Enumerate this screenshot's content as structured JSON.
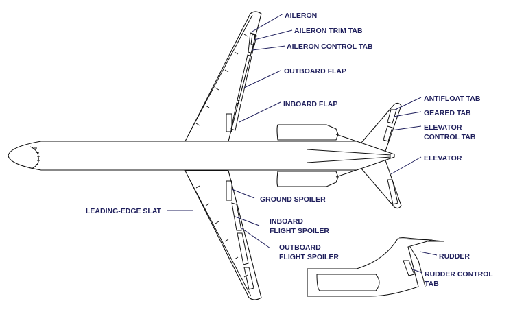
{
  "labels": {
    "aileron": "AILERON",
    "aileron_trim_tab": "AILERON TRIM TAB",
    "aileron_control_tab": "AILERON CONTROL TAB",
    "outboard_flap": "OUTBOARD FLAP",
    "inboard_flap": "INBOARD FLAP",
    "antifloat_tab": "ANTIFLOAT TAB",
    "geared_tab": "GEARED TAB",
    "elevator_control_tab_1": "ELEVATOR",
    "elevator_control_tab_2": "CONTROL TAB",
    "elevator": "ELEVATOR",
    "ground_spoiler": "GROUND SPOILER",
    "leading_edge_slat": "LEADING-EDGE SLAT",
    "inboard_flight_spoiler_1": "INBOARD",
    "inboard_flight_spoiler_2": "FLIGHT SPOILER",
    "outboard_flight_spoiler_1": "OUTBOARD",
    "outboard_flight_spoiler_2": "FLIGHT SPOILER",
    "rudder": "RUDDER",
    "rudder_control_tab_1": "RUDDER CONTROL",
    "rudder_control_tab_2": "TAB"
  },
  "colors": {
    "label": "#1f1f5c",
    "outline": "#111111",
    "background": "#ffffff"
  }
}
